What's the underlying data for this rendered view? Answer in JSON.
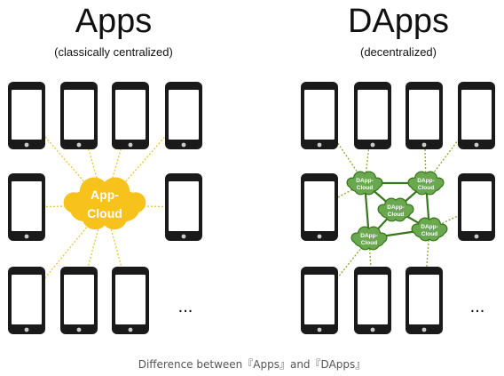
{
  "left_panel": {
    "title": "Apps",
    "subtitle": "(classically centralized)",
    "cloud_label_line1": "App-",
    "cloud_label_line2": "Cloud",
    "ellipsis": "..."
  },
  "right_panel": {
    "title": "DApps",
    "subtitle": "(decentralized)",
    "node_label_line1": "DApp-",
    "node_label_line2": "Cloud",
    "ellipsis": "..."
  },
  "caption": "Difference between『Apps』and『DApps』",
  "colors": {
    "phone": "#1a1a1a",
    "screen": "#ffffff",
    "central_cloud": "#f6c21b",
    "dapp_cloud": "#6aa84f",
    "dapp_outline": "#38761d",
    "central_links": "#e8c84a",
    "dapp_links": "#8fae3a"
  }
}
